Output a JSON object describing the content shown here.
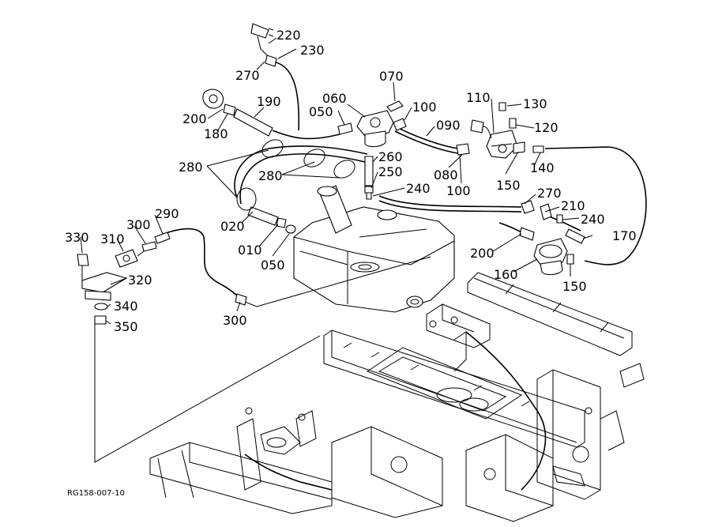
{
  "diagram": {
    "drawing_code": "RG158-007-10",
    "parts": [
      {
        "id": "p220",
        "number": "220"
      },
      {
        "id": "p230",
        "number": "230"
      },
      {
        "id": "p270a",
        "number": "270"
      },
      {
        "id": "p070",
        "number": "070"
      },
      {
        "id": "p060",
        "number": "060"
      },
      {
        "id": "p100a",
        "number": "100"
      },
      {
        "id": "p050a",
        "number": "050"
      },
      {
        "id": "p090",
        "number": "090"
      },
      {
        "id": "p110",
        "number": "110"
      },
      {
        "id": "p130",
        "number": "130"
      },
      {
        "id": "p120",
        "number": "120"
      },
      {
        "id": "p190",
        "number": "190"
      },
      {
        "id": "p200a",
        "number": "200"
      },
      {
        "id": "p180",
        "number": "180"
      },
      {
        "id": "p280a",
        "number": "280"
      },
      {
        "id": "p280b",
        "number": "280"
      },
      {
        "id": "p260",
        "number": "260"
      },
      {
        "id": "p250",
        "number": "250"
      },
      {
        "id": "p080",
        "number": "080"
      },
      {
        "id": "p100b",
        "number": "100"
      },
      {
        "id": "p240a",
        "number": "240"
      },
      {
        "id": "p150a",
        "number": "150"
      },
      {
        "id": "p140",
        "number": "140"
      },
      {
        "id": "p270b",
        "number": "270"
      },
      {
        "id": "p210",
        "number": "210"
      },
      {
        "id": "p240b",
        "number": "240"
      },
      {
        "id": "p170",
        "number": "170"
      },
      {
        "id": "p290",
        "number": "290"
      },
      {
        "id": "p300a",
        "number": "300"
      },
      {
        "id": "p330",
        "number": "330"
      },
      {
        "id": "p310",
        "number": "310"
      },
      {
        "id": "p020",
        "number": "020"
      },
      {
        "id": "p010",
        "number": "010"
      },
      {
        "id": "p050b",
        "number": "050"
      },
      {
        "id": "p200b",
        "number": "200"
      },
      {
        "id": "p160",
        "number": "160"
      },
      {
        "id": "p150b",
        "number": "150"
      },
      {
        "id": "p320",
        "number": "320"
      },
      {
        "id": "p340",
        "number": "340"
      },
      {
        "id": "p350",
        "number": "350"
      },
      {
        "id": "p300b",
        "number": "300"
      }
    ]
  }
}
